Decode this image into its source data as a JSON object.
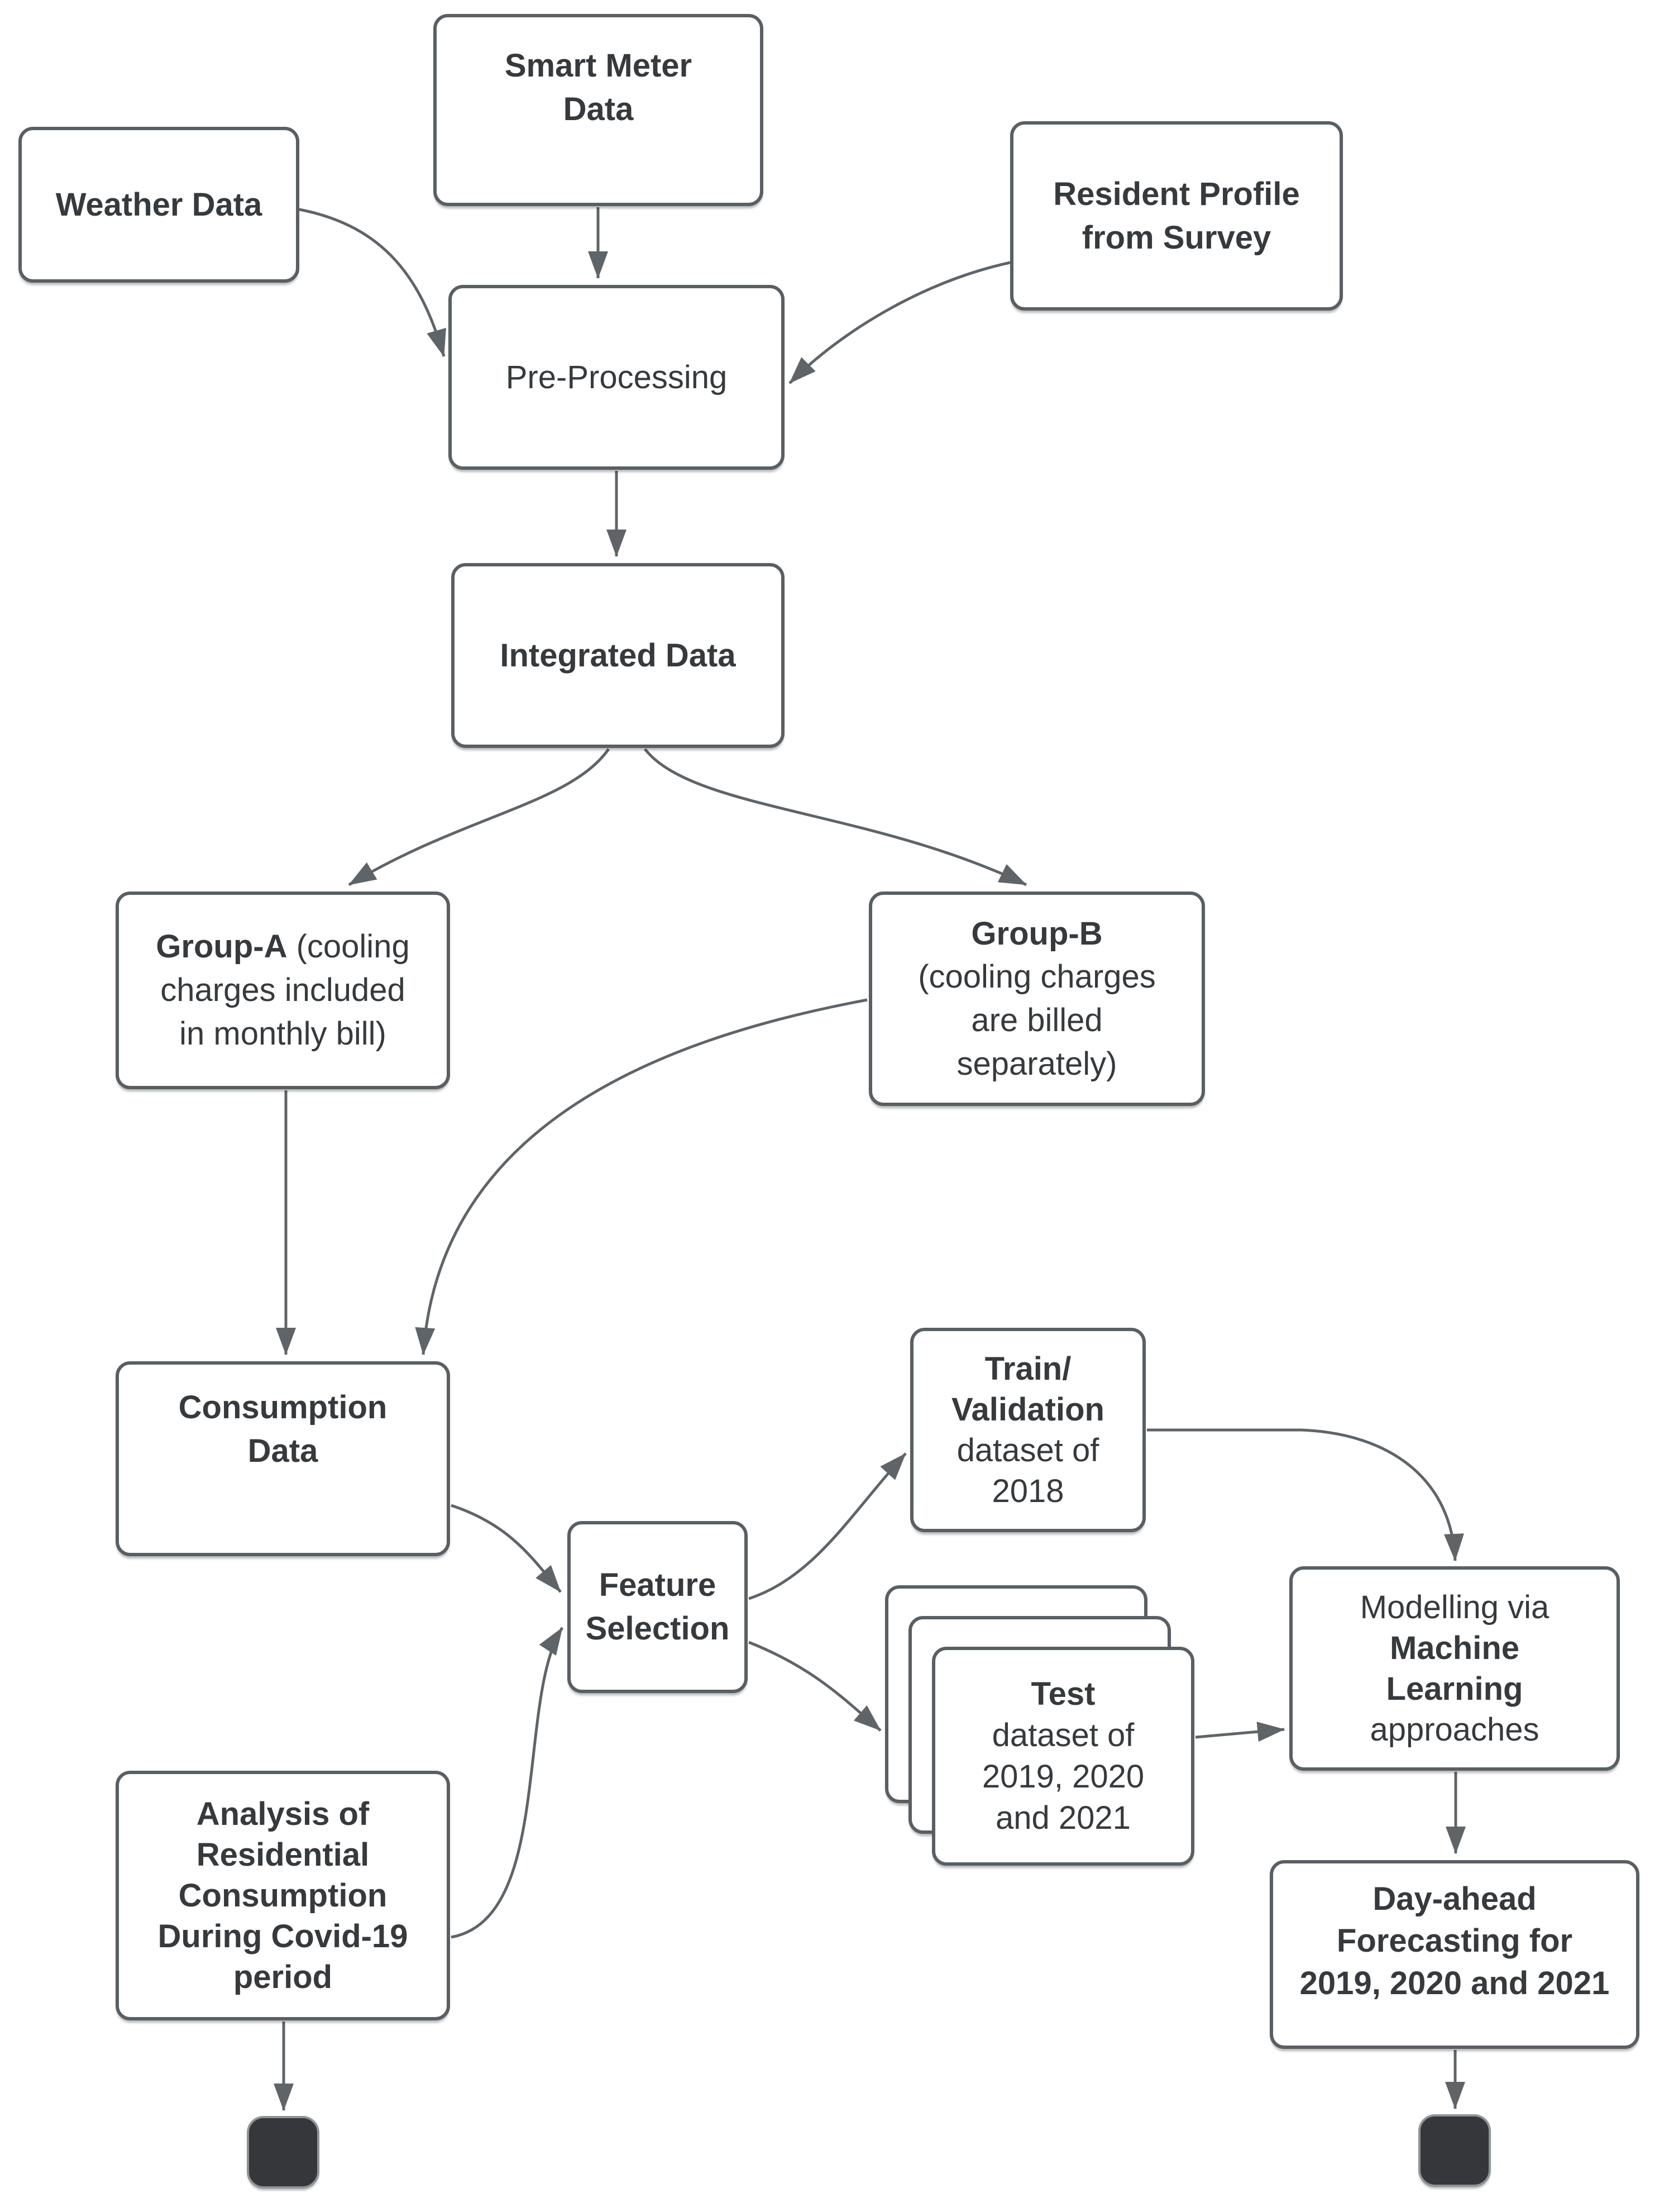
{
  "colors": {
    "background": "#ffffff",
    "box_border": "#595f63",
    "connector": "#5f6468",
    "text": "#363a3d",
    "terminal_fill": "#35373a"
  },
  "nodes": {
    "weather": {
      "line1": "Weather Data"
    },
    "smart": {
      "line1": "Smart Meter",
      "line2": "Data"
    },
    "resident": {
      "line1": "Resident Profile",
      "line2": "from Survey"
    },
    "preprocessing": {
      "line1": "Pre-Processing"
    },
    "integrated": {
      "line1": "Integrated Data"
    },
    "group_a": {
      "title": "Group-A",
      "rest": " (cooling",
      "line2": "charges included",
      "line3": "in monthly bill)"
    },
    "group_b": {
      "title": "Group-B",
      "line2": "(cooling charges",
      "line3": "are billed",
      "line4": "separately)"
    },
    "consumption": {
      "line1": "Consumption",
      "line2": "Data"
    },
    "feature": {
      "line1": "Feature",
      "line2": "Selection"
    },
    "train_val": {
      "line1": "Train/",
      "line2": "Validation",
      "line3": "dataset of",
      "line4": "2018"
    },
    "test": {
      "line1": "Test",
      "line2": "dataset of",
      "line3": "2019, 2020",
      "line4": "and 2021"
    },
    "modelling": {
      "line1": "Modelling via",
      "line2": "Machine",
      "line3": "Learning",
      "line4": "approaches"
    },
    "analysis": {
      "line1": "Analysis of",
      "line2": "Residential",
      "line3": "Consumption",
      "line4": "During Covid-19",
      "line5": "period"
    },
    "day_ahead": {
      "line1": "Day-ahead",
      "line2": "Forecasting for",
      "line3": "2019, 2020 and 2021"
    }
  }
}
